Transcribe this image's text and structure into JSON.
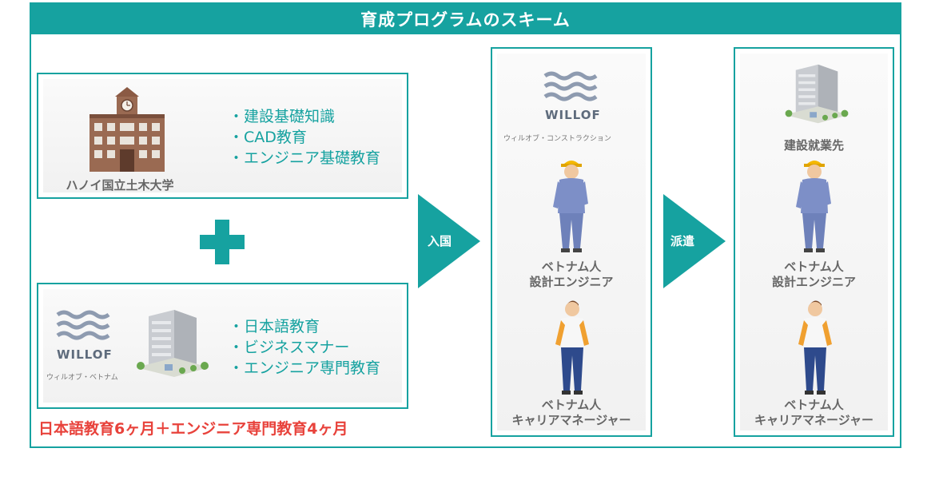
{
  "title": "育成プログラムのスキーム",
  "university": {
    "name": "ハノイ国立土木大学",
    "items": [
      "・建設基礎知識",
      "・CAD教育",
      "・エンジニア基礎教育"
    ]
  },
  "vietnam": {
    "logo_text": "WILLOF",
    "logo_sub": "ウィルオブ・ベトナム",
    "items": [
      "・日本語教育",
      "・ビジネスマナー",
      "・エンジニア専門教育"
    ]
  },
  "summary": "日本語教育6ヶ月＋エンジニア専門教育4ヶ月",
  "arrows": {
    "entry": "入国",
    "dispatch": "派遣"
  },
  "construction": {
    "logo_text": "WILLOF",
    "logo_sub": "ウィルオブ・コンストラクション",
    "engineer": [
      "ベトナム人",
      "設計エンジニア"
    ],
    "manager": [
      "ベトナム人",
      "キャリアマネージャー"
    ]
  },
  "site": {
    "label": "建設就業先",
    "engineer": [
      "ベトナム人",
      "設計エンジニア"
    ],
    "manager": [
      "ベトナム人",
      "キャリアマネージャー"
    ]
  },
  "colors": {
    "accent": "#16a2a0",
    "highlight": "#e8423b",
    "worker_suit": "#7d8fc7",
    "helmet": "#f5b800"
  }
}
